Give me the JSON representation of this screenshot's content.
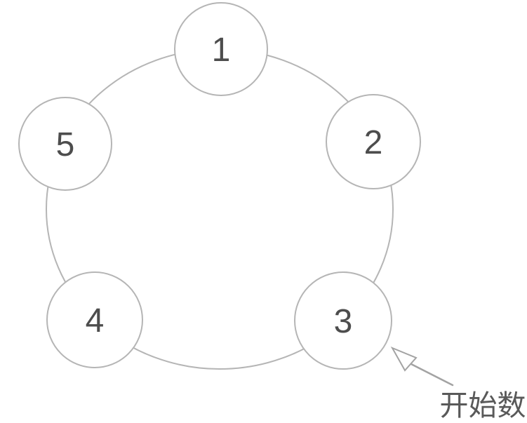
{
  "diagram": {
    "type": "counting-circle",
    "nodes": [
      {
        "label": "1"
      },
      {
        "label": "2"
      },
      {
        "label": "3"
      },
      {
        "label": "4"
      },
      {
        "label": "5"
      }
    ],
    "annotation": {
      "label": "开始数",
      "points_to_node": "3"
    },
    "colors": {
      "stroke": "#b5b5b5",
      "number": "#4d4d4d",
      "arrow": "#a3a3a3",
      "label": "#595959",
      "background": "#ffffff"
    }
  }
}
